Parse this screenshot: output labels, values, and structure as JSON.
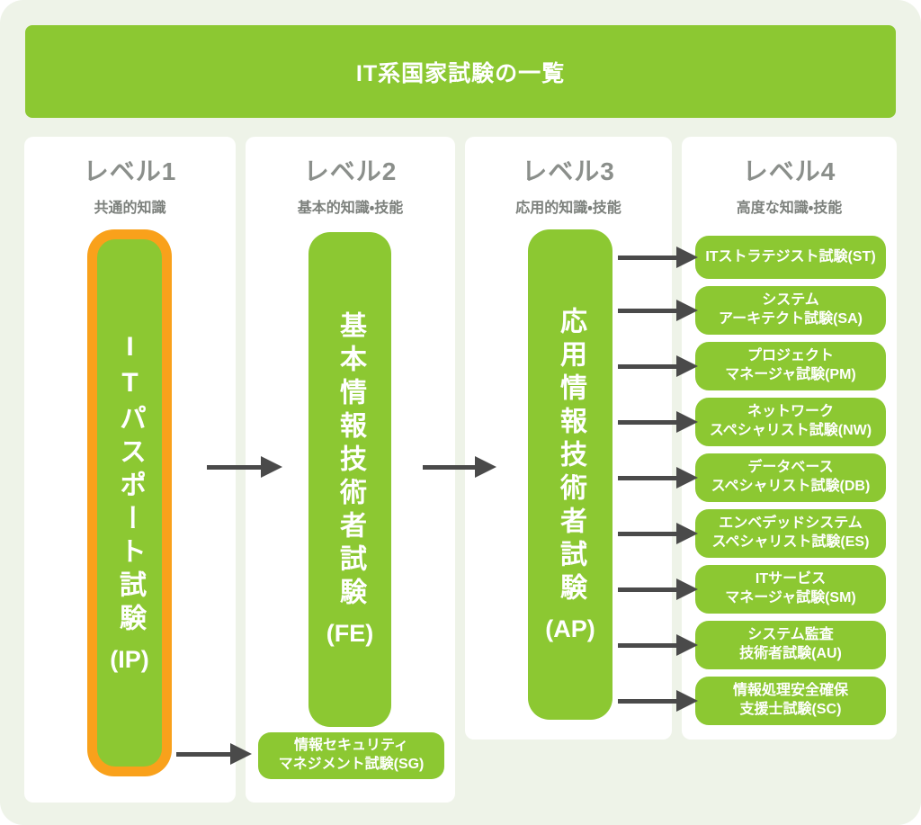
{
  "title": "IT系国家試験の一覧",
  "columns": [
    {
      "level": "レベル1",
      "subtitle": "共通的知識"
    },
    {
      "level": "レベル2",
      "subtitle": "基本的知識・技能"
    },
    {
      "level": "レベル3",
      "subtitle": "応用的知識・技能"
    },
    {
      "level": "レベル4",
      "subtitle": "高度な知識・技能"
    }
  ],
  "exams": {
    "ip": {
      "name": "ITパスポート試験",
      "code": "(IP)"
    },
    "fe": {
      "name": "基本情報技術者試験",
      "code": "(FE)"
    },
    "ap": {
      "name": "応用情報技術者試験",
      "code": "(AP)"
    },
    "sg": {
      "line1": "情報セキュリティ",
      "line2": "マネジメント試験(SG)"
    },
    "level4": [
      {
        "line1": "ITストラテジスト試験(ST)",
        "line2": ""
      },
      {
        "line1": "システム",
        "line2": "アーキテクト試験(SA)"
      },
      {
        "line1": "プロジェクト",
        "line2": "マネージャ試験(PM)"
      },
      {
        "line1": "ネットワーク",
        "line2": "スペシャリスト試験(NW)"
      },
      {
        "line1": "データベース",
        "line2": "スペシャリスト試験(DB)"
      },
      {
        "line1": "エンベデッドシステム",
        "line2": "スペシャリスト試験(ES)"
      },
      {
        "line1": "ITサービス",
        "line2": "マネージャ試験(SM)"
      },
      {
        "line1": "システム監査",
        "line2": "技術者試験(AU)"
      },
      {
        "line1": "情報処理安全確保",
        "line2": "支援士試験(SC)"
      }
    ]
  },
  "colors": {
    "background": "#eef3e8",
    "panel_white": "#ffffff",
    "green": "#8cc832",
    "highlight_orange": "#f9a11b",
    "arrow_gray": "#4a4a4a",
    "header_gray": "#8b8f8b",
    "text_white": "#ffffff"
  }
}
